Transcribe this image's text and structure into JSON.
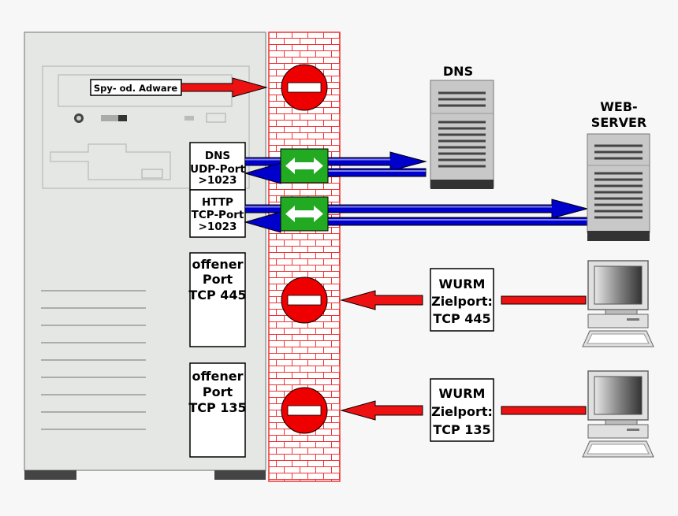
{
  "labels": {
    "spyware": "Spy- od. Adware",
    "dns_server": "DNS",
    "web_server_line1": "WEB-",
    "web_server_line2": "SERVER",
    "dns_port": [
      "DNS",
      "UDP-Port",
      ">1023"
    ],
    "http_port": [
      "HTTP",
      "TCP-Port",
      ">1023"
    ],
    "open_port_445": [
      "offener",
      "Port",
      "TCP 445"
    ],
    "open_port_135": [
      "offener",
      "Port",
      "TCP 135"
    ],
    "worm_445": [
      "WURM",
      "Zielport:",
      "TCP 445"
    ],
    "worm_135": [
      "WURM",
      "Zielport:",
      "TCP 135"
    ]
  },
  "colors": {
    "background": "#f7f7f7",
    "tower": "#e4e7e4",
    "firewall_brick": "#ee3333",
    "blocked": "#ee0000",
    "allowed": "#22aa22",
    "traffic_blue": "#0000cc",
    "attack_red": "#ee1111"
  },
  "icons": {
    "blocked": "no-entry-icon",
    "allowed": "bidirectional-arrow-icon",
    "server": "server-tower-icon",
    "workstation": "desktop-computer-icon"
  }
}
